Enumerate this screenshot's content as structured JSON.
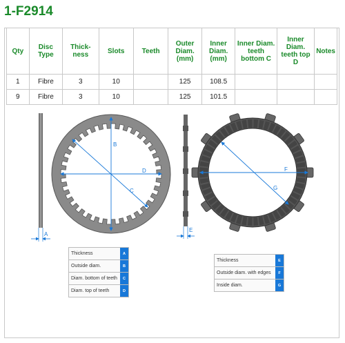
{
  "title": "1-F2914",
  "table": {
    "headers": [
      "Qty",
      "Disc Type",
      "Thick-ness",
      "Slots",
      "Teeth",
      "Outer Diam. (mm)",
      "Inner Diam. (mm)",
      "Inner Diam. teeth bottom C",
      "Inner Diam. teeth top D",
      "Notes"
    ],
    "rows": [
      [
        "1",
        "Fibre",
        "3",
        "10",
        "",
        "125",
        "108.5",
        "",
        "",
        ""
      ],
      [
        "9",
        "Fibre",
        "3",
        "10",
        "",
        "125",
        "101.5",
        "",
        "",
        ""
      ]
    ]
  },
  "diagram_labels": {
    "a": "A",
    "b": "B",
    "c": "C",
    "d": "D",
    "e": "E",
    "f": "F",
    "g": "G"
  },
  "legend_left": [
    {
      "label": "Thickness",
      "key": "A"
    },
    {
      "label": "Outside diam.",
      "key": "B"
    },
    {
      "label": "Diam. bottom of teeth",
      "key": "C"
    },
    {
      "label": "Diam. top of teeth",
      "key": "D"
    }
  ],
  "legend_right": [
    {
      "label": "Thickness",
      "key": "E"
    },
    {
      "label": "Outside diam. with edges",
      "key": "F"
    },
    {
      "label": "Inside diam.",
      "key": "G"
    }
  ],
  "colors": {
    "accent": "#1a8a2a",
    "dimension": "#1878d8",
    "disc": "#8a8a8a"
  }
}
